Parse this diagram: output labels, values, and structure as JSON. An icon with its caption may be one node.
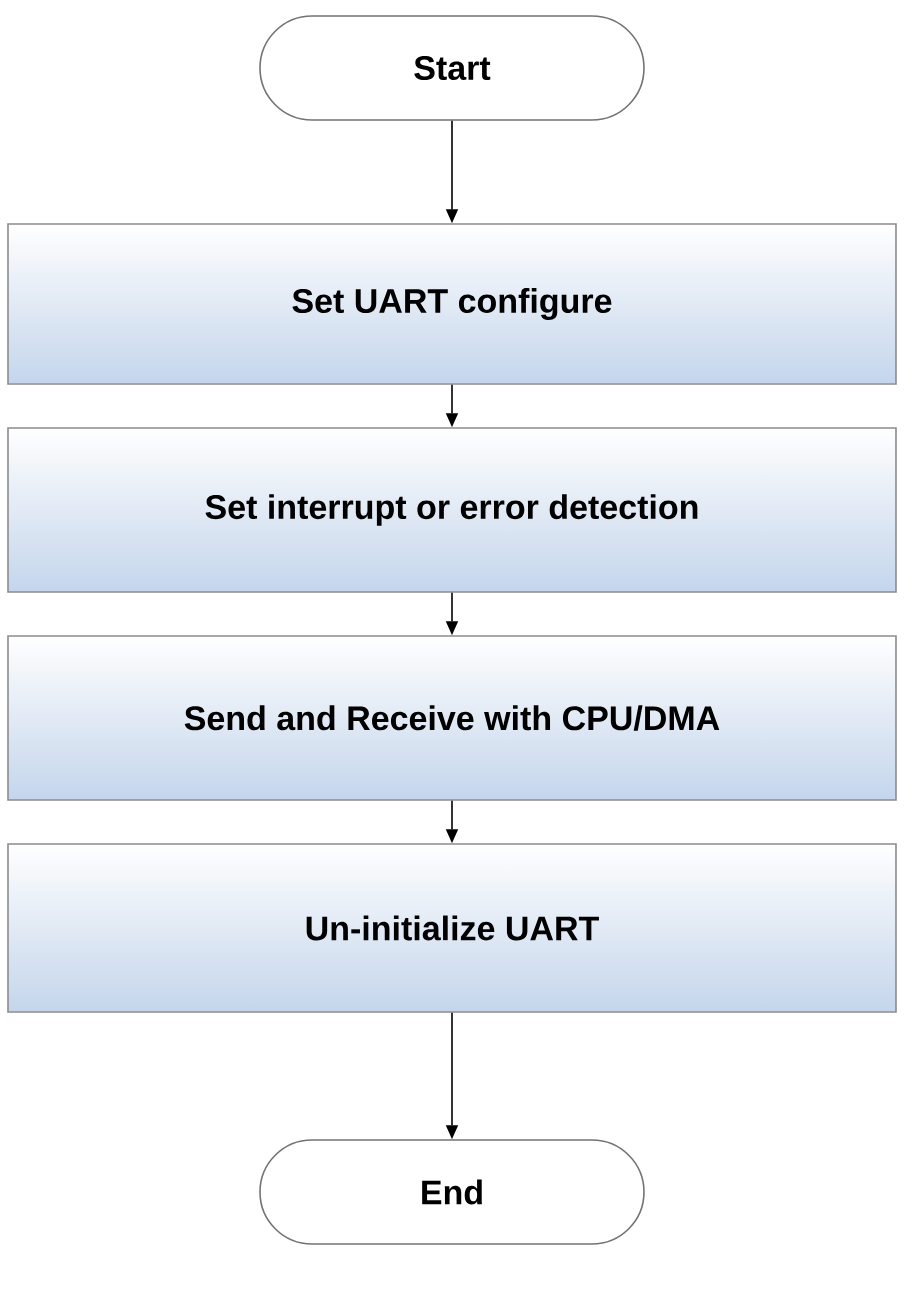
{
  "diagram": {
    "nodes": [
      {
        "text": [
          "Start"
        ]
      },
      {
        "text": [
          "Set UART configure"
        ]
      },
      {
        "text": [
          "Set interrupt or error detection"
        ]
      },
      {
        "text": [
          "Send and Receive with CPU/DMA"
        ]
      },
      {
        "text": [
          "Un-initialize UART"
        ]
      },
      {
        "text": [
          "End"
        ]
      }
    ],
    "edges": [
      {
        "from": 0,
        "to": 1,
        "arrow": "to"
      },
      {
        "from": 1,
        "to": 2,
        "arrow": "to"
      },
      {
        "from": 2,
        "to": 3,
        "arrow": "to"
      },
      {
        "from": 3,
        "to": 4,
        "arrow": "to"
      },
      {
        "from": 4,
        "to": 5,
        "arrow": "to"
      }
    ]
  }
}
